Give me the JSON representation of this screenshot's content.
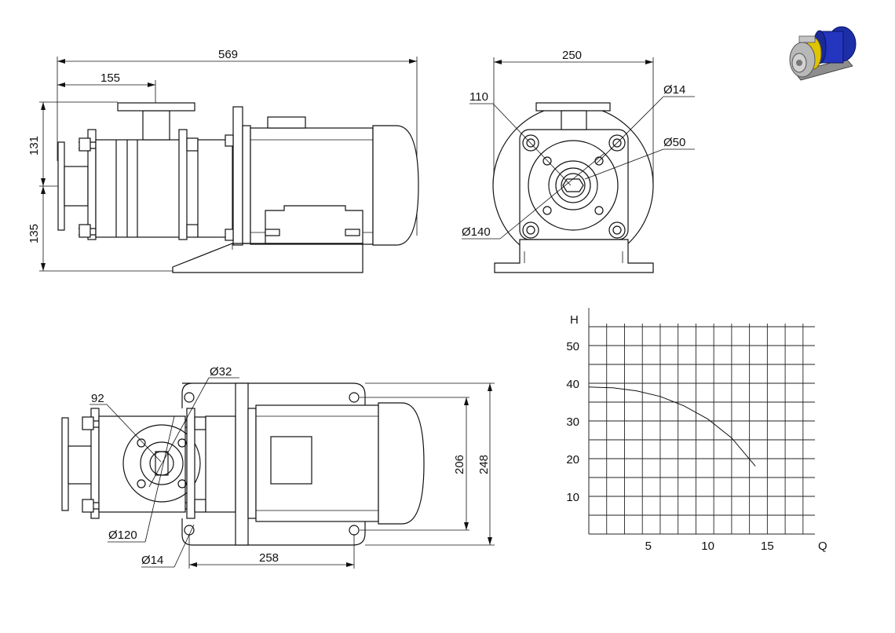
{
  "side_view": {
    "overall_length": "569",
    "inlet_offset": "155",
    "height_upper": "131",
    "height_lower": "135"
  },
  "front_view": {
    "width": "250",
    "bolt_circle": "110",
    "hole_dia": "Ø14",
    "shaft_dia": "Ø50",
    "flange_dia": "Ø140"
  },
  "top_view": {
    "bolt_circle": "92",
    "port_dia": "Ø32",
    "flange_dia": "Ø120",
    "hole_dia": "Ø14",
    "foot_spacing": "258",
    "foot_width_inner": "206",
    "foot_width_outer": "248"
  },
  "preview": {
    "icon": "pump-3d-render",
    "colors": {
      "motor": "#1d2fa8",
      "coupling": "#e0c400",
      "pump": "#b8b8b8"
    }
  },
  "chart_data": {
    "type": "line",
    "title": "",
    "xlabel": "Q",
    "ylabel": "H",
    "xlim": [
      0,
      19
    ],
    "ylim": [
      0,
      60
    ],
    "xticks": [
      "5",
      "10",
      "15"
    ],
    "yticks": [
      "10",
      "20",
      "30",
      "40",
      "50"
    ],
    "grid": true,
    "series": [
      {
        "x": [
          0,
          2,
          4,
          6,
          8,
          10,
          12,
          14
        ],
        "y": [
          39,
          38.8,
          38,
          36.5,
          34,
          30.5,
          25.5,
          18
        ]
      }
    ]
  }
}
